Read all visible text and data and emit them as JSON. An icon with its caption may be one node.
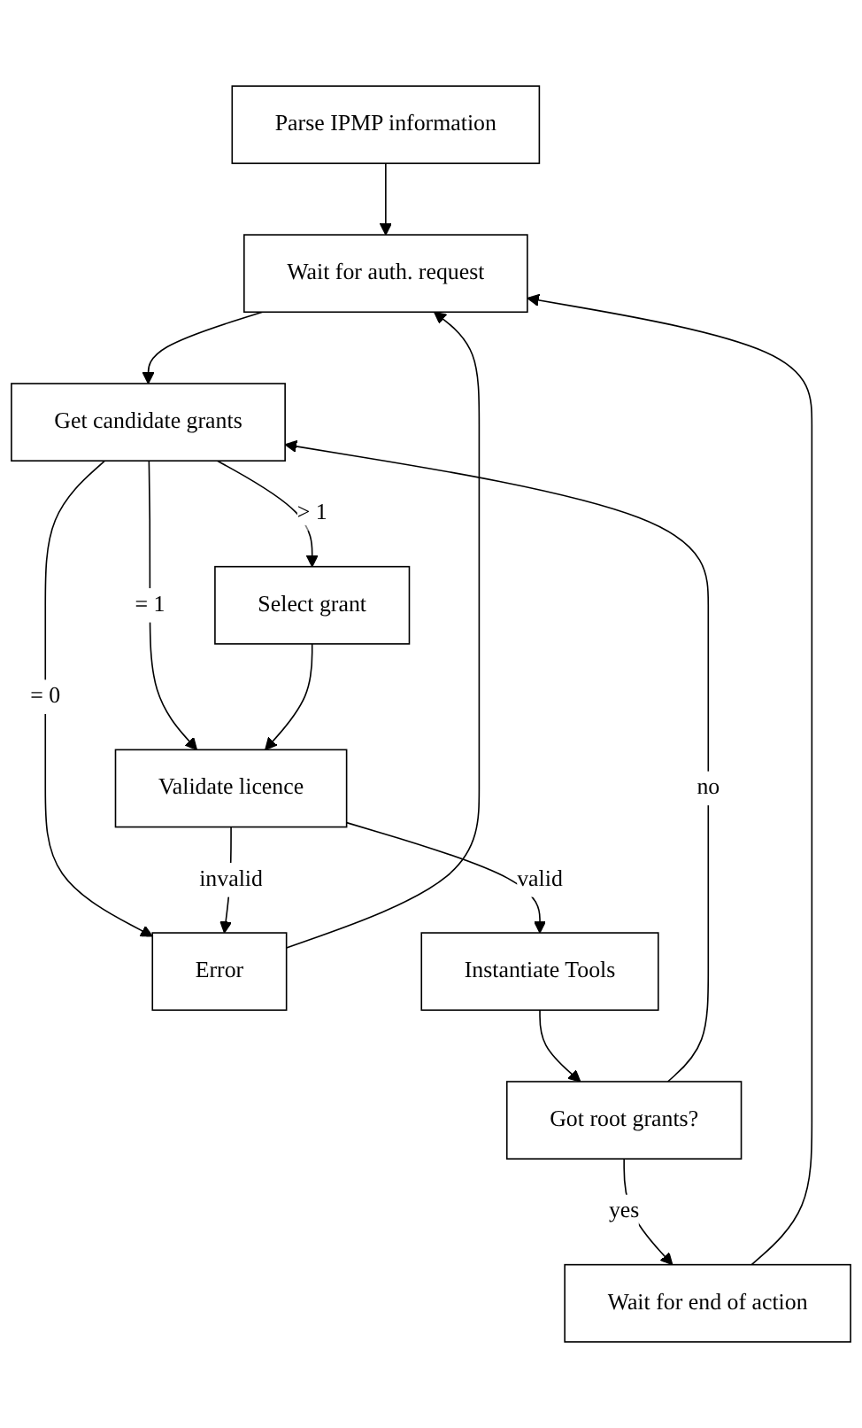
{
  "diagram": {
    "nodes": [
      {
        "text": [
          "Parse IPMP information"
        ]
      },
      {
        "text": [
          "Wait for auth. request"
        ]
      },
      {
        "text": [
          "Get candidate grants"
        ]
      },
      {
        "text": [
          "Error"
        ]
      },
      {
        "text": [
          "Select grant"
        ]
      },
      {
        "text": [
          "Validate licence"
        ]
      },
      {
        "text": [
          "Instantiate Tools"
        ]
      },
      {
        "text": [
          "Got root grants?"
        ]
      },
      {
        "text": [
          "Wait for end of action"
        ]
      }
    ],
    "edges": [
      {
        "from": 0,
        "to": 1,
        "arrow": "to"
      },
      {
        "from": 1,
        "to": 2,
        "arrow": "to"
      },
      {
        "from": 2,
        "to": 3,
        "arrow": "to",
        "label": "= 0"
      },
      {
        "from": 3,
        "to": 1,
        "arrow": "to"
      },
      {
        "from": 2,
        "to": 4,
        "arrow": "to",
        "label": "> 1"
      },
      {
        "from": 2,
        "to": 5,
        "arrow": "to",
        "label": "= 1"
      },
      {
        "from": 4,
        "to": 5,
        "arrow": "to"
      },
      {
        "from": 5,
        "to": 3,
        "arrow": "to",
        "label": "invalid"
      },
      {
        "from": 5,
        "to": 6,
        "arrow": "to",
        "label": "valid"
      },
      {
        "from": 6,
        "to": 7,
        "arrow": "to"
      },
      {
        "from": 7,
        "to": 2,
        "arrow": "to",
        "label": "no"
      },
      {
        "from": 7,
        "to": 8,
        "arrow": "to",
        "label": "yes"
      },
      {
        "from": 8,
        "to": 1,
        "arrow": "to"
      }
    ]
  }
}
